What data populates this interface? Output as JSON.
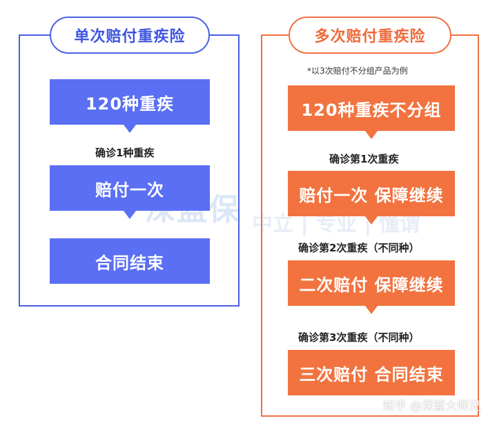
{
  "left": {
    "title": "单次赔付重疾险",
    "boxes": [
      "120种重疾",
      "赔付一次",
      "合同结束"
    ],
    "labels": [
      "确诊1种重疾"
    ]
  },
  "right": {
    "title": "多次赔付重疾险",
    "note": "*以3次赔付不分组产品为例",
    "boxes": [
      "120种重疾不分组",
      "赔付一次 保障继续",
      "二次赔付 保障继续",
      "三次赔付 合同结束"
    ],
    "labels": [
      "确诊第1次重疾",
      "确诊第2次重疾（不同种）",
      "确诊第3次重疾（不同种）"
    ]
  },
  "watermark": {
    "brand": "深蓝保",
    "tags": "中立 | 专业 | 懂谓"
  },
  "credit": "知乎 @深蓝大师兄",
  "colors": {
    "blue": "#5a6ff3",
    "orange": "#f2733f"
  }
}
